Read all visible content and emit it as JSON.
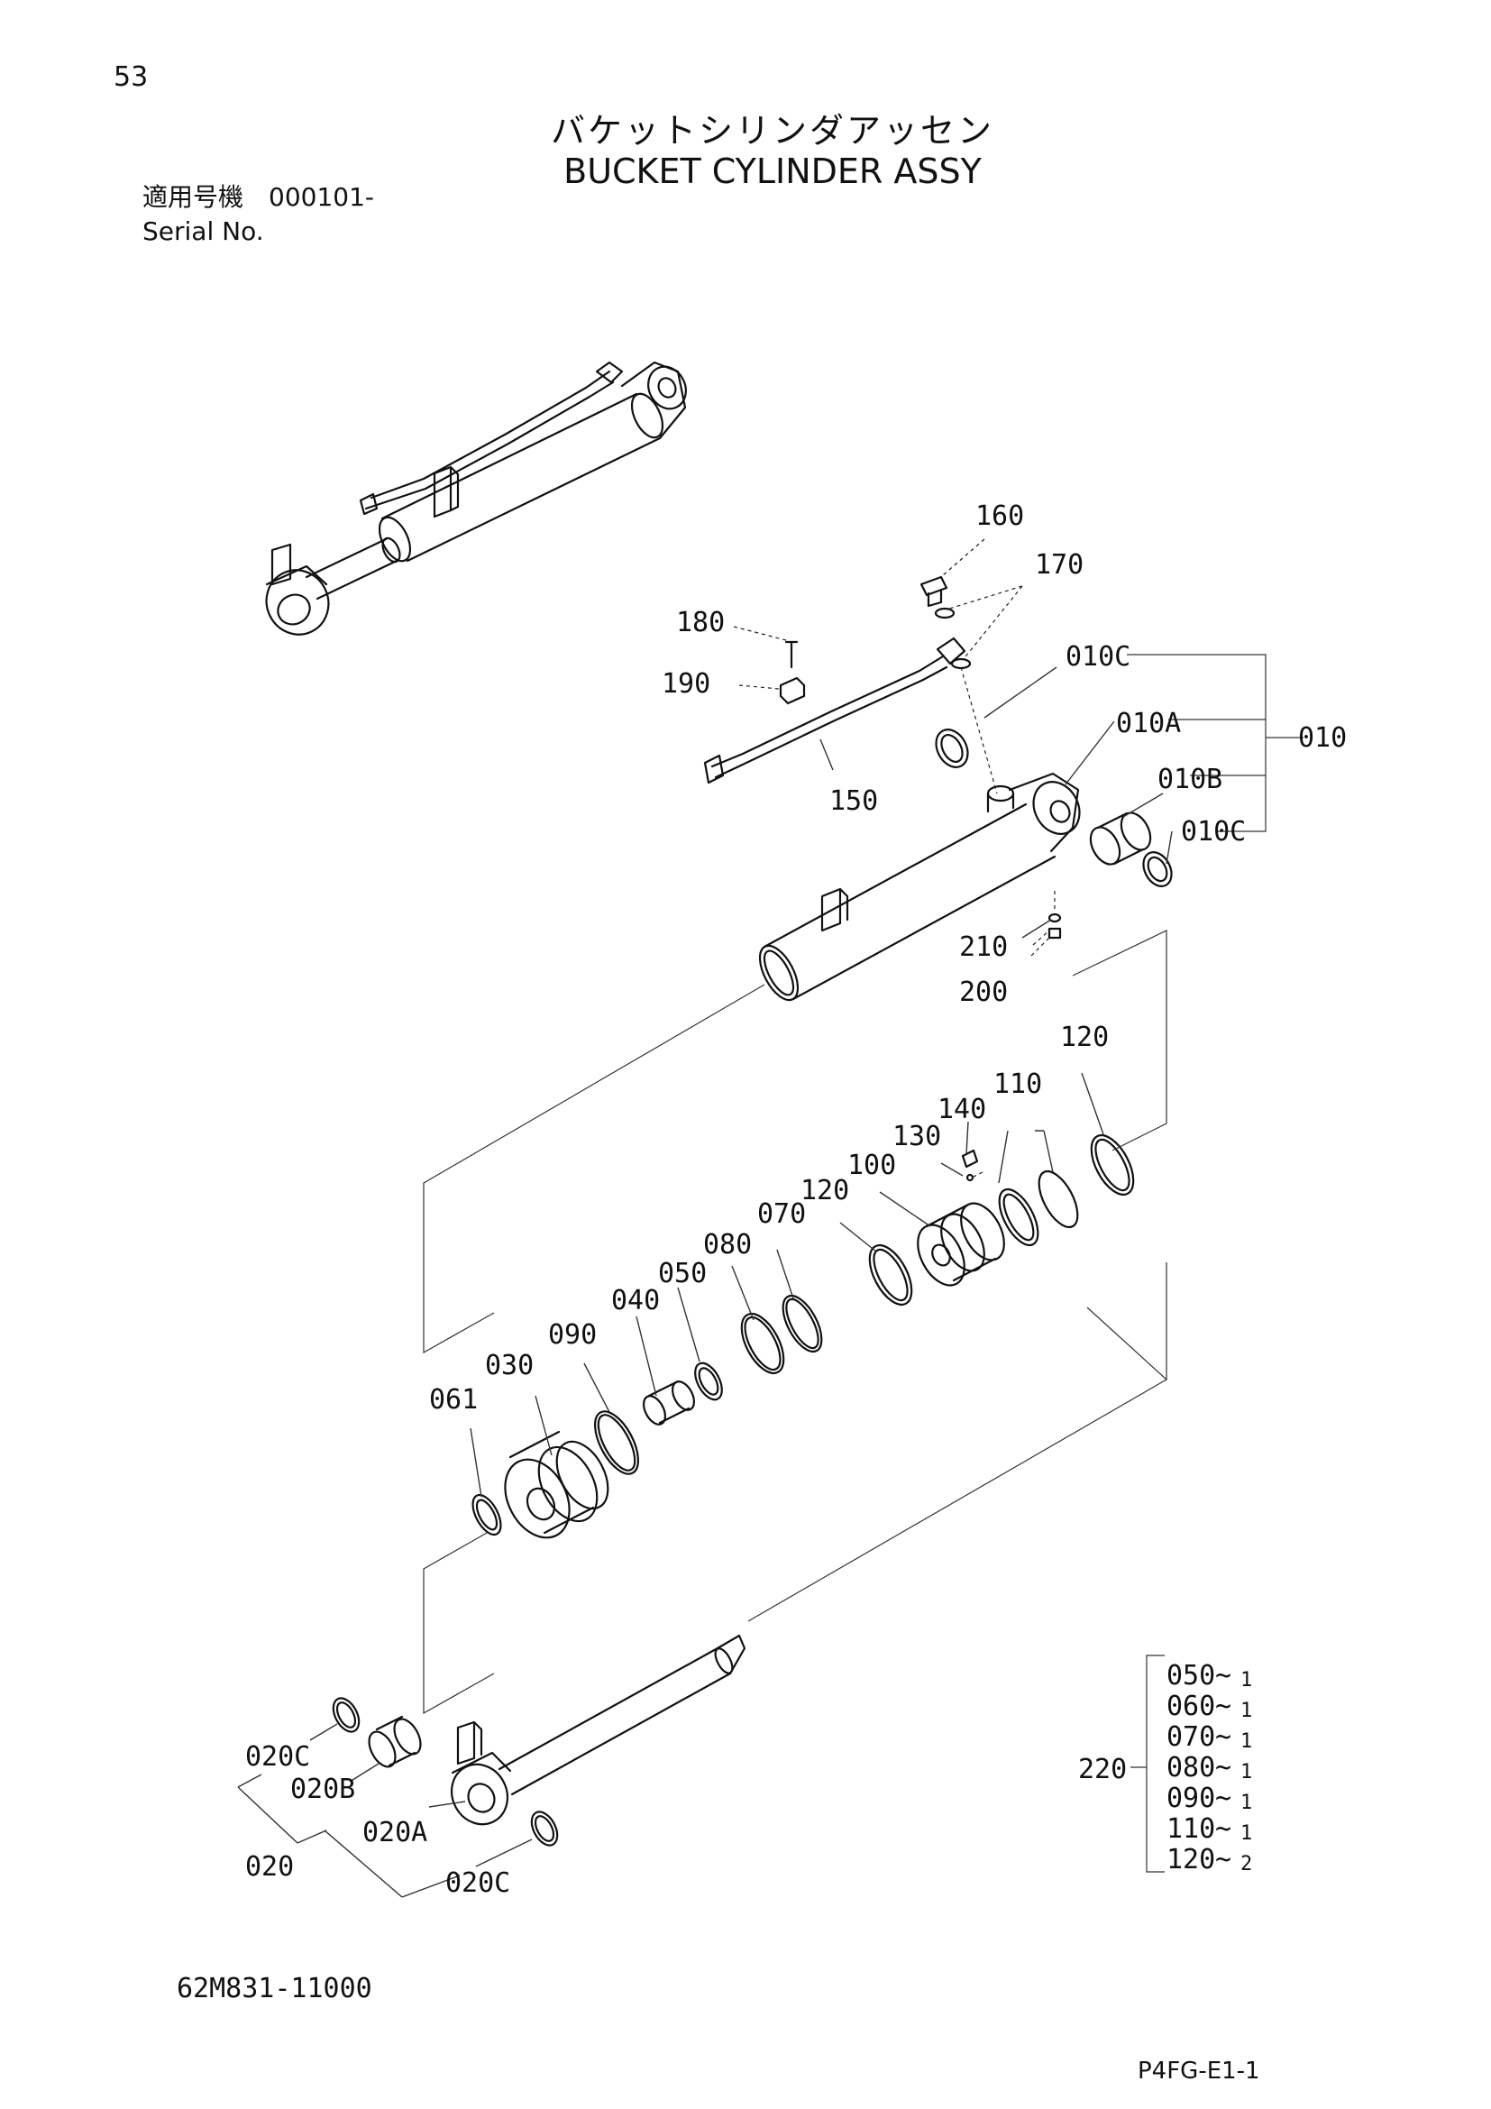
{
  "header": {
    "page_number": "53",
    "title_jp": "バケットシリンダアッセン",
    "title_en": "BUCKET CYLINDER ASSY",
    "serial_label_jp": "適用号機",
    "serial_value": "000101-",
    "serial_label_en": "Serial No."
  },
  "callouts": {
    "c160": "160",
    "c170": "170",
    "c180": "180",
    "c190": "190",
    "c150": "150",
    "c010C_top": "010C",
    "c010A": "010A",
    "c010": "010",
    "c010B": "010B",
    "c010C_bottom": "010C",
    "c210": "210",
    "c200": "200",
    "c120_right": "120",
    "c110": "110",
    "c140": "140",
    "c130": "130",
    "c100": "100",
    "c120_mid": "120",
    "c070": "070",
    "c080": "080",
    "c050": "050",
    "c040": "040",
    "c090": "090",
    "c030": "030",
    "c061": "061",
    "c020C_left": "020C",
    "c020B": "020B",
    "c020A": "020A",
    "c020": "020",
    "c020C_bottom": "020C",
    "c220": "220"
  },
  "kit_list": [
    {
      "part": "050",
      "qty": "1"
    },
    {
      "part": "060",
      "qty": "1"
    },
    {
      "part": "070",
      "qty": "1"
    },
    {
      "part": "080",
      "qty": "1"
    },
    {
      "part": "090",
      "qty": "1"
    },
    {
      "part": "110",
      "qty": "1"
    },
    {
      "part": "120",
      "qty": "2"
    }
  ],
  "kit_separator": "~",
  "footer": {
    "part_number": "62M831-11000",
    "page_code": "P4FG-E1-1"
  }
}
